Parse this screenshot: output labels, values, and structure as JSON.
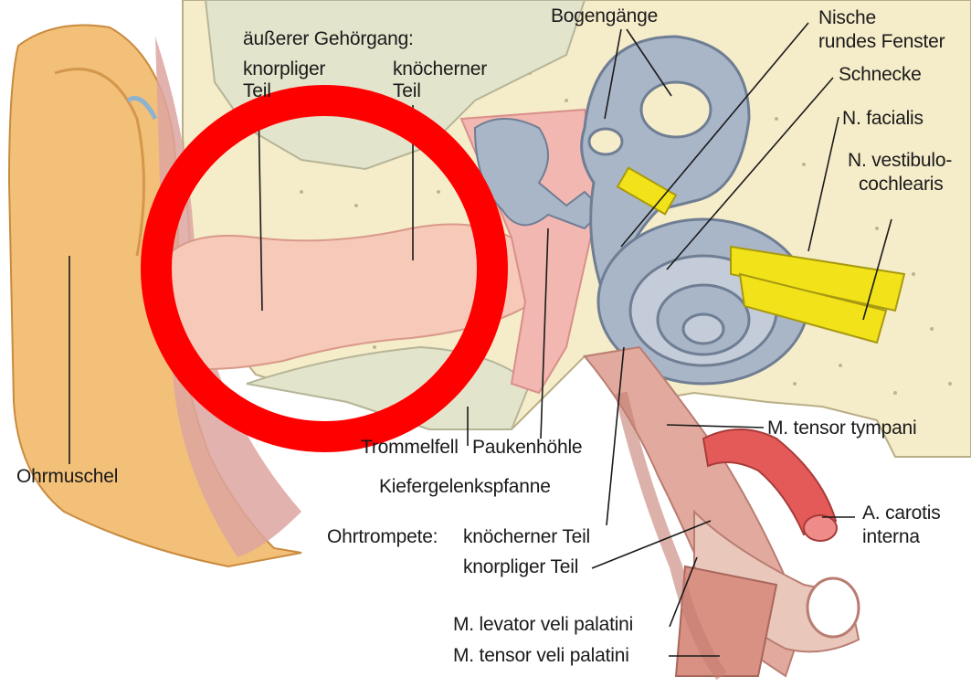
{
  "labels": {
    "external_canal": "äußerer Gehörgang:",
    "cartilaginous_part_1": "knorpliger",
    "cartilaginous_part_2": "Teil",
    "bony_part_1": "knöcherner",
    "bony_part_2": "Teil",
    "semicircular_canals": "Bogengänge",
    "round_window_1": "Nische",
    "round_window_2": "rundes Fenster",
    "cochlea": "Schnecke",
    "facial_nerve": "N. facialis",
    "vestibulocochlear_1": "N. vestibulo-",
    "vestibulocochlear_2": "cochlearis",
    "auricle": "Ohrmuschel",
    "eardrum": "Trommelfell",
    "tympanic_cavity": "Paukenhöhle",
    "mandibular_fossa": "Kiefergelenkspfanne",
    "tensor_tympani": "M. tensor tympani",
    "eustachian_tube": "Ohrtrompete:",
    "tube_bony_part": "knöcherner Teil",
    "tube_cartilaginous_part": "knorpliger Teil",
    "carotid_1": "A. carotis",
    "carotid_2": "interna",
    "levator_veli_palatini": "M. levator veli palatini",
    "tensor_veli_palatini": "M. tensor veli palatini"
  },
  "overlay": {
    "shape": "ring",
    "color": "#ff0000"
  },
  "colors": {
    "bone": "#f5ecc9",
    "skin": "#f2c078",
    "canal": "#f6c9b9",
    "labyrinth": "#a9b6c8",
    "nerve": "#f2e21a",
    "artery": "#e45a58",
    "muscle": "#d99184"
  }
}
